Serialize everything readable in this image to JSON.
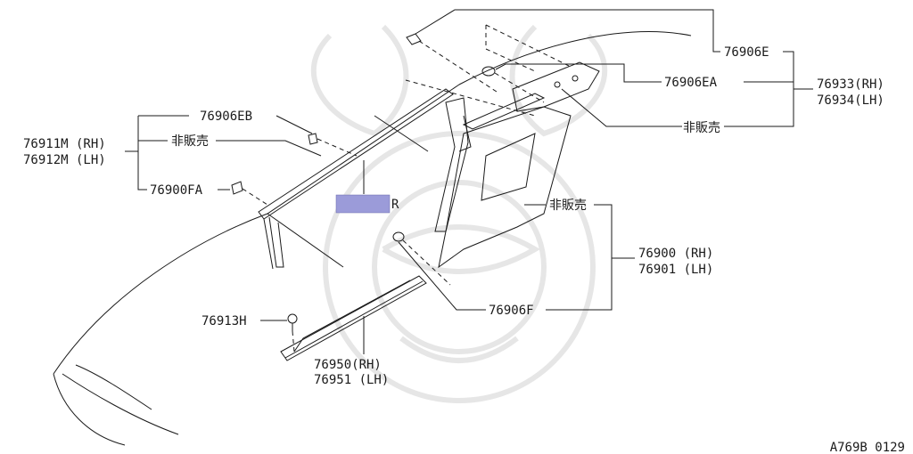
{
  "callouts": {
    "p76906E": "76906E",
    "p76906EA": "76906EA",
    "p76933": "76933(RH)",
    "p76934": "76934(LH)",
    "notForSaleTopRight": "非販売",
    "p76906EB": "76906EB",
    "notForSaleLeft": "非販売",
    "p76911M": "76911M (RH)",
    "p76912M": "76912M (LH)",
    "p76900FA": "76900FA",
    "notForSaleRight": "非販売",
    "p76900": "76900 (RH)",
    "p76901": "76901 (LH)",
    "p76906F": "76906F",
    "p76913H": "76913H",
    "p76950": "76950(RH)",
    "p76951": "76951 (LH)"
  },
  "redacted_fragment": "R",
  "figure_code": "A769B 0129",
  "colors": {
    "redaction_fill": "#9b9bd9",
    "watermark": "#e6e6e6",
    "line": "#1a1a1a"
  }
}
